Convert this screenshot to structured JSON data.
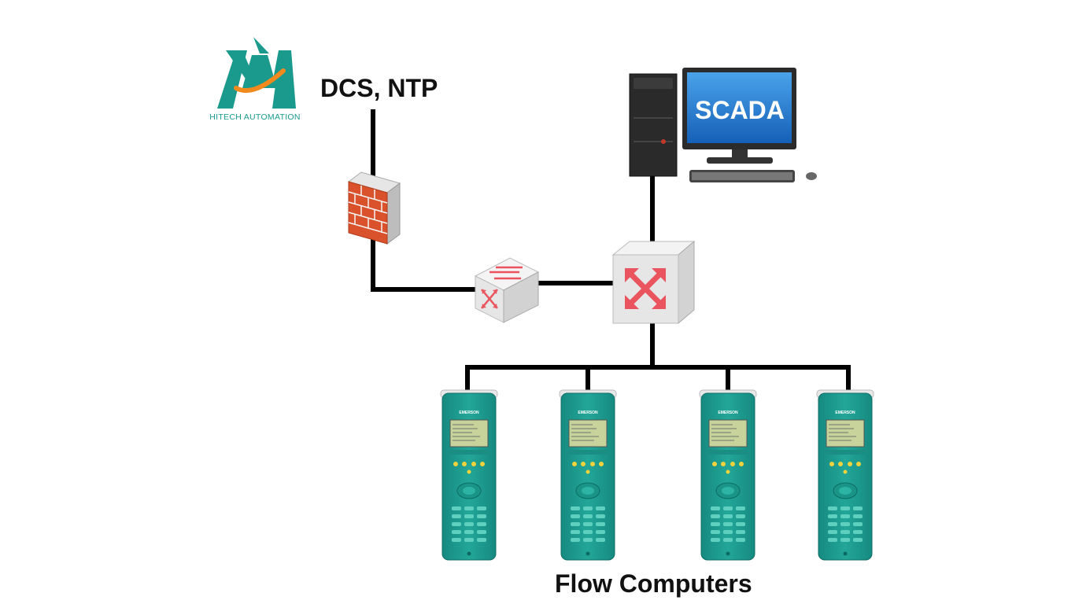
{
  "logo": {
    "company": "HITECH AUTOMATION",
    "icon": "hitech-automation-logo",
    "colors": {
      "teal": "#1a9a8c",
      "orange": "#f08a1c"
    }
  },
  "labels": {
    "dcs_ntp": "DCS, NTP",
    "scada": "SCADA",
    "flow_computers": "Flow Computers"
  },
  "devices": {
    "firewall": {
      "icon": "firewall-icon"
    },
    "small_switch": {
      "icon": "switch-icon"
    },
    "core_switch": {
      "icon": "switch-icon"
    },
    "workstation": {
      "icon": "scada-workstation-icon"
    },
    "flow_computers": [
      {
        "icon": "flow-computer-icon",
        "brand": "EMERSON"
      },
      {
        "icon": "flow-computer-icon",
        "brand": "EMERSON"
      },
      {
        "icon": "flow-computer-icon",
        "brand": "EMERSON"
      },
      {
        "icon": "flow-computer-icon",
        "brand": "EMERSON"
      }
    ]
  },
  "colors": {
    "line": "#000000",
    "device_teal": "#1f9f93",
    "brick": "#d9522b",
    "arrow": "#e9545f",
    "monitor_screen": "#1f7fd4"
  }
}
